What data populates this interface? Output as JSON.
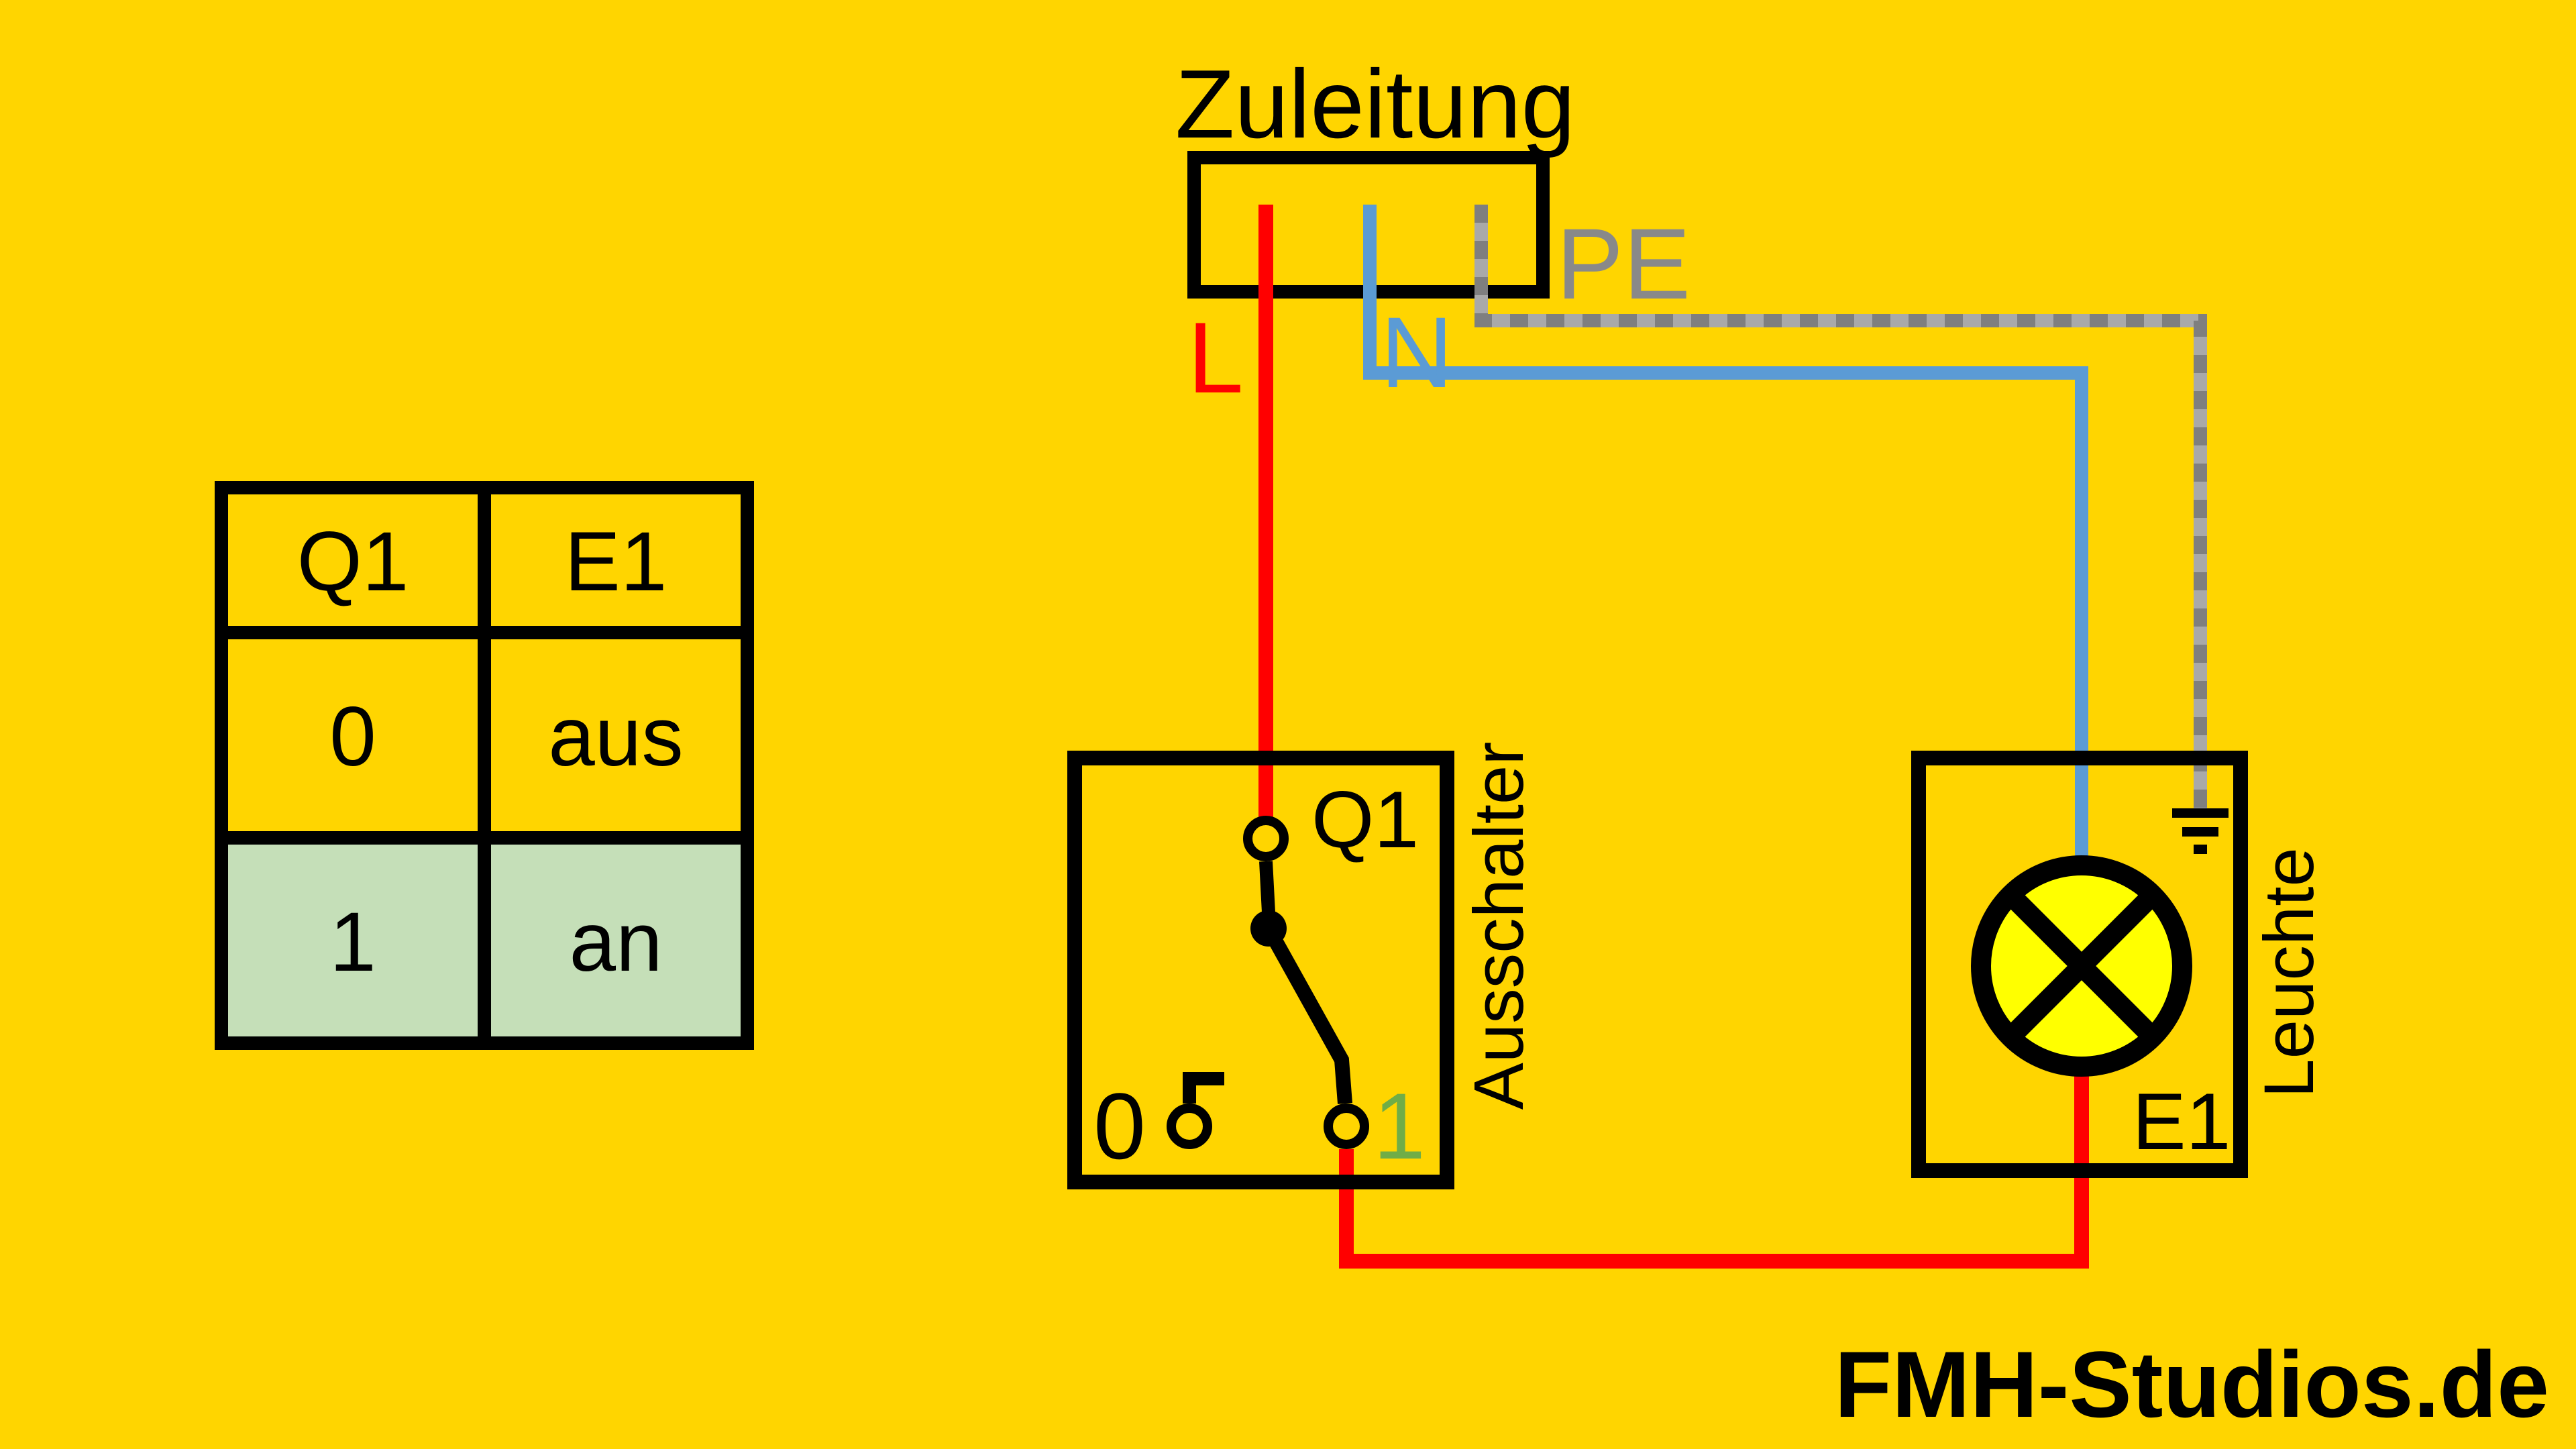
{
  "title": "Zuleitung",
  "footer": {
    "brand": "FMH-Studios.de"
  },
  "colors": {
    "background": "#FFD500",
    "ink": "#000000",
    "wire_l_red": "#FF0000",
    "wire_n_blue": "#5B9BD5",
    "wire_pe_dark": "#7F7F7F",
    "wire_pe_light": "#A9A9A9",
    "pe_label_gray": "#898989",
    "position_on_green": "#70AD47",
    "table_highlight_green": "#C5DFB8",
    "lamp_fill_yellow": "#FFFF00"
  },
  "truth_table": {
    "headers": [
      "Q1",
      "E1"
    ],
    "rows": [
      [
        "0",
        "aus"
      ],
      [
        "1",
        "an"
      ]
    ],
    "highlighted_row_index": 1
  },
  "supply": {
    "label": "Zuleitung",
    "wires": [
      {
        "name": "L",
        "color": "red"
      },
      {
        "name": "N",
        "color": "blue"
      },
      {
        "name": "PE",
        "color": "gray-dashed"
      }
    ]
  },
  "switch": {
    "tag": "Q1",
    "type_label": "Ausschalter",
    "positions": [
      "0",
      "1"
    ],
    "active_position": "1"
  },
  "lamp": {
    "tag": "E1",
    "type_label": "Leuchte"
  }
}
